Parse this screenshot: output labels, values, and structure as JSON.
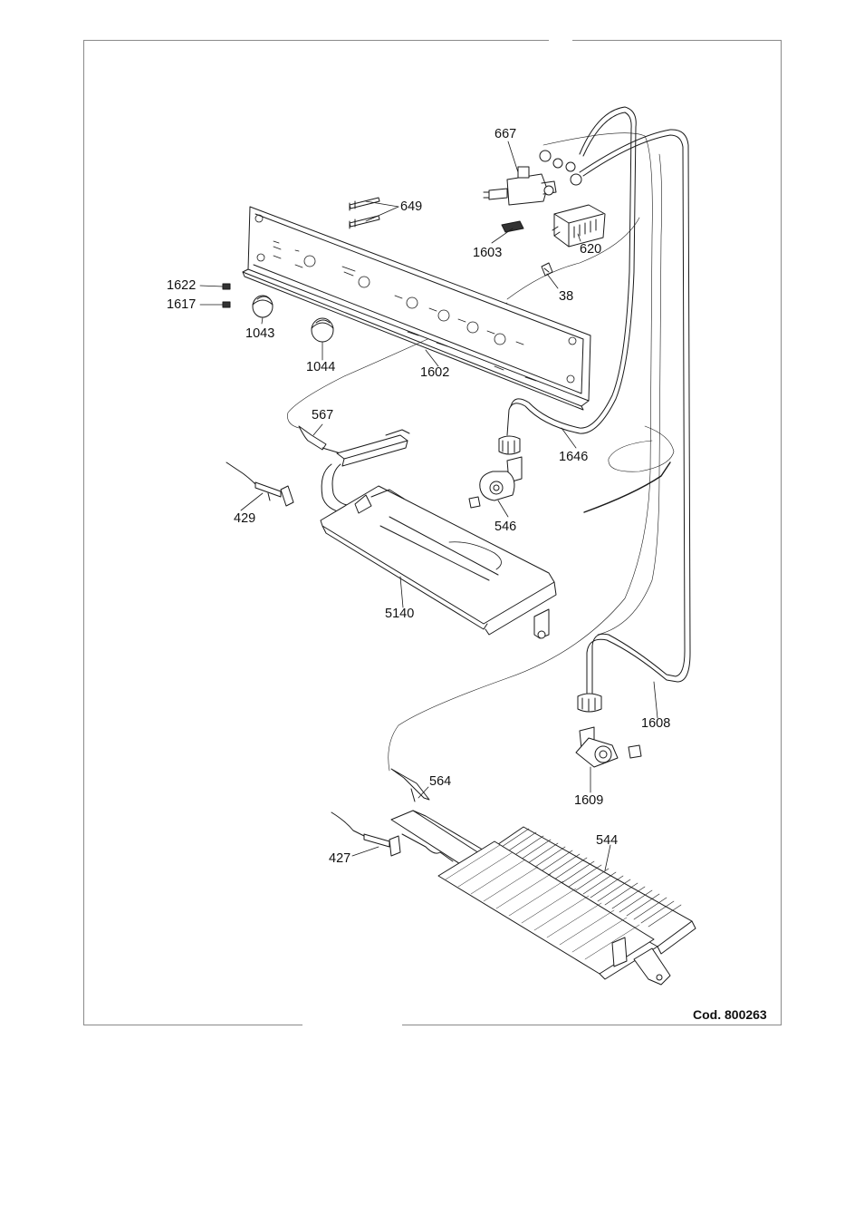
{
  "document": {
    "code_label": "Cod. 800263"
  },
  "parts": {
    "p667": "667",
    "p649": "649",
    "p1603": "1603",
    "p620": "620",
    "p38": "38",
    "p1622": "1622",
    "p1617": "1617",
    "p1043": "1043",
    "p1044": "1044",
    "p1602": "1602",
    "p567": "567",
    "p1646": "1646",
    "p429": "429",
    "p546": "546",
    "p5140": "5140",
    "p1608": "1608",
    "p1609": "1609",
    "p564": "564",
    "p544": "544",
    "p427": "427"
  },
  "colors": {
    "line": "#1a1a1a",
    "frame": "#8a8a8a",
    "fill": "#ffffff",
    "shade": "#d8d8d8"
  }
}
